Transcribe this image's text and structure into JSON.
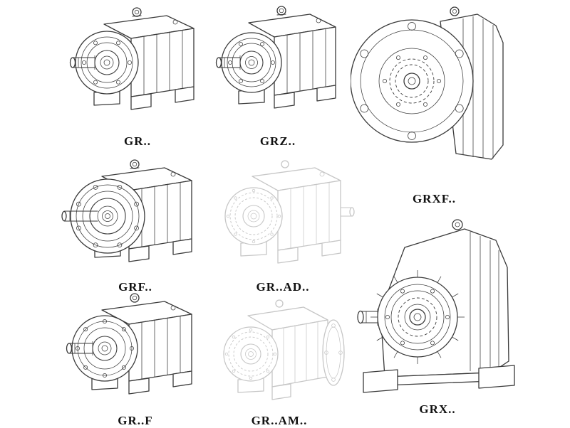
{
  "page": {
    "background": "#ffffff",
    "description_visible_text_only": true
  },
  "colors": {
    "line": "#3a3a3a",
    "ghost_line": "#c6c6c6",
    "label_text": "#111111"
  },
  "figures": [
    {
      "id": "gr",
      "label": "GR..",
      "style": "solid"
    },
    {
      "id": "grz",
      "label": "GRZ..",
      "style": "solid"
    },
    {
      "id": "grxf",
      "label": "GRXF..",
      "style": "solid"
    },
    {
      "id": "grf",
      "label": "GRF..",
      "style": "solid"
    },
    {
      "id": "gr-ad",
      "label": "GR..AD..",
      "style": "ghost"
    },
    {
      "id": "gr-f",
      "label": "GR..F",
      "style": "solid"
    },
    {
      "id": "gr-am",
      "label": "GR..AM..",
      "style": "ghost"
    },
    {
      "id": "grx",
      "label": "GRX..",
      "style": "solid"
    }
  ]
}
